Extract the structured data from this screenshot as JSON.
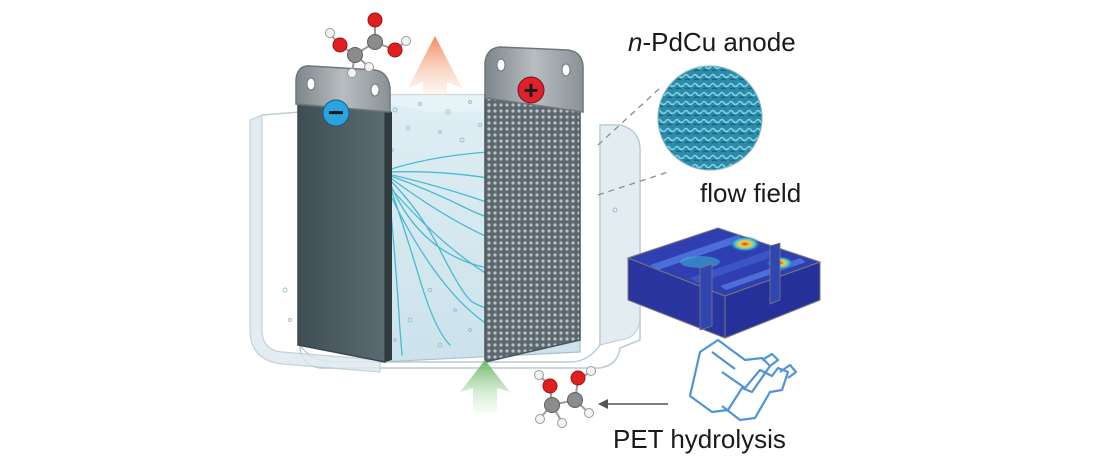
{
  "labels": {
    "anode_prefix": "n",
    "anode_rest": "-PdCu anode",
    "flow_field": "flow field",
    "pet_hydrolysis": "PET hydrolysis"
  },
  "electrodes": {
    "negative_sign": "−",
    "positive_sign": "+"
  },
  "colors": {
    "negative_terminal": "#2aa3df",
    "positive_terminal": "#e0202a",
    "electrolyte": "#cfe6ef",
    "streamline": "#39b6cc",
    "cathode_plate": "#4f5f66",
    "anode_plate": "#59666c",
    "tab_metal": "#9aa1a5",
    "arrow_up_product": "#f2a27c",
    "arrow_up_reactant": "#8fc98a",
    "bottle_outline": "#4f95d6",
    "oxygen_atom": "#e02020",
    "carbon_atom": "#8c8c8c",
    "hydrogen_atom": "#f2f2f2"
  },
  "icons": [
    "glycolate-molecule-icon",
    "ethylene-glycol-molecule-icon",
    "pet-bottle-icon",
    "arrow-up-icon",
    "arrow-left-icon"
  ]
}
